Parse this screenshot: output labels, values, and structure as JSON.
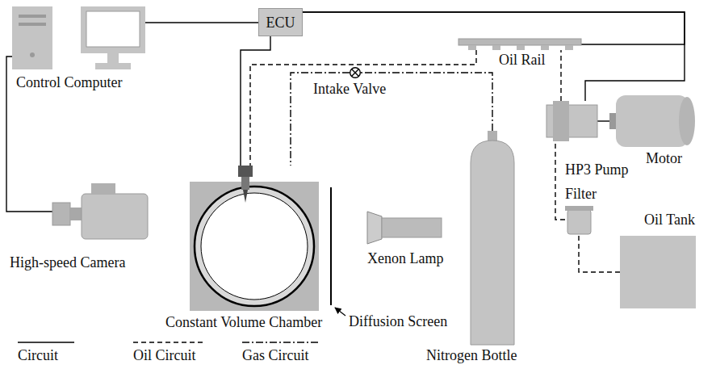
{
  "diagram": {
    "nodes": [
      {
        "text": [
          "ECU"
        ]
      },
      {
        "text": [
          "Control Computer"
        ]
      },
      {
        "text": [
          "High-speed Camera"
        ]
      },
      {
        "text": [
          "Oil Rail"
        ]
      },
      {
        "text": [
          "Intake Valve"
        ]
      },
      {
        "text": [
          "Constant Volume Chamber"
        ]
      },
      {
        "text": [
          "Xenon Lamp"
        ]
      },
      {
        "text": [
          "Diffusion Screen"
        ]
      },
      {
        "text": [
          "Nitrogen Bottle"
        ]
      },
      {
        "text": [
          "HP3 Pump"
        ]
      },
      {
        "text": [
          "Motor"
        ]
      },
      {
        "text": [
          "Filter"
        ]
      },
      {
        "text": [
          "Oil Tank"
        ]
      }
    ],
    "edges": [
      {
        "from": 1,
        "to": 0,
        "arrow": "none"
      },
      {
        "from": 1,
        "to": 2,
        "arrow": "none"
      },
      {
        "from": 0,
        "to": 5,
        "arrow": "none"
      },
      {
        "from": 0,
        "to": 9,
        "arrow": "none"
      },
      {
        "from": 0,
        "to": 3,
        "arrow": "none"
      },
      {
        "from": 3,
        "to": 5,
        "arrow": "none"
      },
      {
        "from": 8,
        "to": 4,
        "arrow": "none"
      },
      {
        "from": 4,
        "to": 5,
        "arrow": "none"
      },
      {
        "from": 9,
        "to": 3,
        "arrow": "none"
      },
      {
        "from": 11,
        "to": 9,
        "arrow": "none"
      },
      {
        "from": 12,
        "to": 11,
        "arrow": "none"
      },
      {
        "from": 10,
        "to": 9,
        "arrow": "none"
      }
    ],
    "legend": [
      {
        "text": "Circuit"
      },
      {
        "text": "Oil Circuit"
      },
      {
        "text": "Gas Circuit"
      }
    ]
  }
}
